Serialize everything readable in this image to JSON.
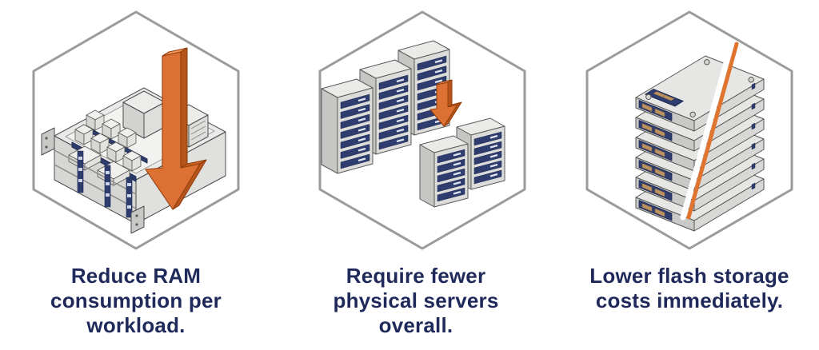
{
  "cards": [
    {
      "name": "reduce-ram",
      "illustration": "server-chassis-with-down-arrow",
      "caption": "Reduce RAM\nconsumption per\nworkload."
    },
    {
      "name": "fewer-servers",
      "illustration": "server-racks-with-down-arrow",
      "caption": "Require fewer\nphysical servers\noverall."
    },
    {
      "name": "lower-flash-cost",
      "illustration": "ssd-stack-with-cost-slash",
      "caption": "Lower flash storage\ncosts immediately."
    }
  ],
  "colors": {
    "background": "#ffffff",
    "caption_text": "#1f2a5b",
    "hexagon_border": "#9b9b9b",
    "accent_orange": "#dd7033",
    "component_navy": "#2e3c6e"
  }
}
